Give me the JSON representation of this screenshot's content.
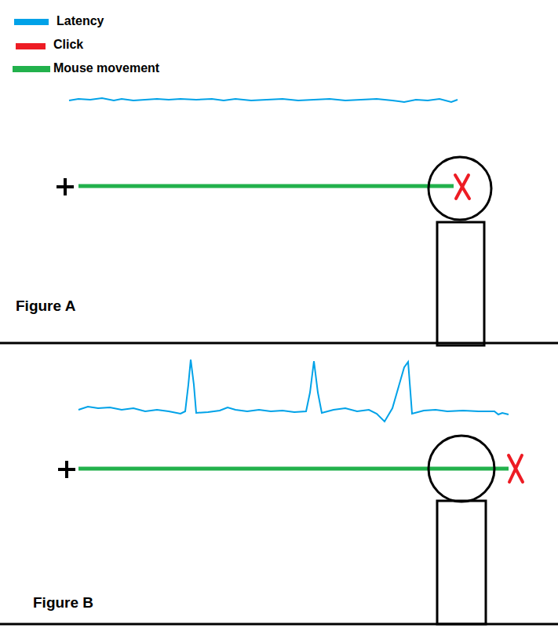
{
  "diagram": {
    "labels": [
      "Figure A",
      "Figure B"
    ],
    "legend": [
      {
        "text": "Latency",
        "color": "#00a2e8"
      },
      {
        "text": "Click",
        "color": "#ed1c24"
      },
      {
        "text": "Mouse movement",
        "color": "#22b14c"
      }
    ]
  }
}
